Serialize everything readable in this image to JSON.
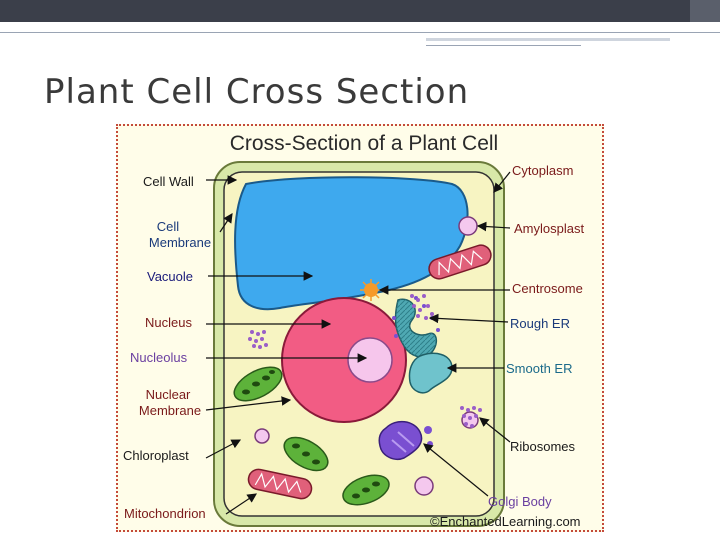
{
  "slide": {
    "title": "Plant Cell Cross Section"
  },
  "diagram": {
    "title": "Cross-Section of a Plant Cell",
    "labels": {
      "cell_wall": "Cell Wall",
      "cell_membrane_line1": "Cell",
      "cell_membrane_line2": "Membrane",
      "vacuole": "Vacuole",
      "nucleus": "Nucleus",
      "nucleolus": "Nucleolus",
      "nuclear_membrane_line1": "Nuclear",
      "nuclear_membrane_line2": "Membrane",
      "chloroplast": "Chloroplast",
      "mitochondrion": "Mitochondrion",
      "cytoplasm": "Cytoplasm",
      "amylosplast": "Amylosplast",
      "centrosome": "Centrosome",
      "rough_er": "Rough ER",
      "smooth_er": "Smooth ER",
      "ribosomes": "Ribosomes",
      "golgi_body": "Golgi Body"
    },
    "credit": "©EnchantedLearning.com"
  },
  "colors": {
    "frame_border": "#c44a3a",
    "frame_bg": "#fffde9",
    "cell_wall": "#d8e8a8",
    "cytoplasm": "#f7f4c2",
    "vacuole": "#3ea9ee",
    "nucleus": "#f25c84",
    "nucleolus": "#f6c6ec",
    "chloroplast": "#5db23a",
    "mitochondrion": "#e0607a",
    "centrosome": "#f59a2a",
    "rough_er": "#4fa9b3",
    "golgi": "#7a4fd1",
    "ribosomes": "#9a5ec8",
    "amylosplast": "#f4c8ee",
    "label_dark": "#1a1a1a",
    "label_purple": "#6a3fa0",
    "label_red": "#7a1a1a",
    "label_blue": "#1a3a7a"
  }
}
